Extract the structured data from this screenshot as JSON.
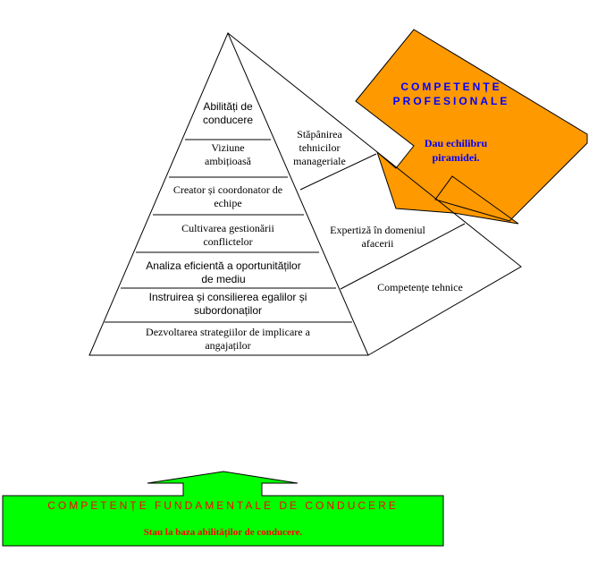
{
  "pyramid": {
    "levels": [
      "Abilități de conducere",
      "Viziune ambițioasă",
      "Creator și coordonator de echipe",
      "Cultivarea gestionării conflictelor",
      "Analiza eficientă a oportunităților de mediu",
      "Instruirea și consilierea egalilor și subordonaților",
      "Dezvoltarea strategiilor de implicare a angajaților"
    ],
    "side": [
      "Stăpânirea tehnicilor manageriale",
      "Expertiză în domeniul afacerii",
      "Competențe tehnice"
    ]
  },
  "professional": {
    "title_line1": "COMPETENȚE",
    "title_line2": "PROFESIONALE",
    "subtitle": "Dau echilibru piramidei.",
    "color": "#FF9900",
    "text_color": "#0000FF"
  },
  "fundamental": {
    "title": "COMPETENȚE FUNDAMENTALE DE CONDUCERE",
    "subtitle": "Stau la baza abilităților de conducere.",
    "color": "#00FF00",
    "text_color": "#FF0000"
  }
}
